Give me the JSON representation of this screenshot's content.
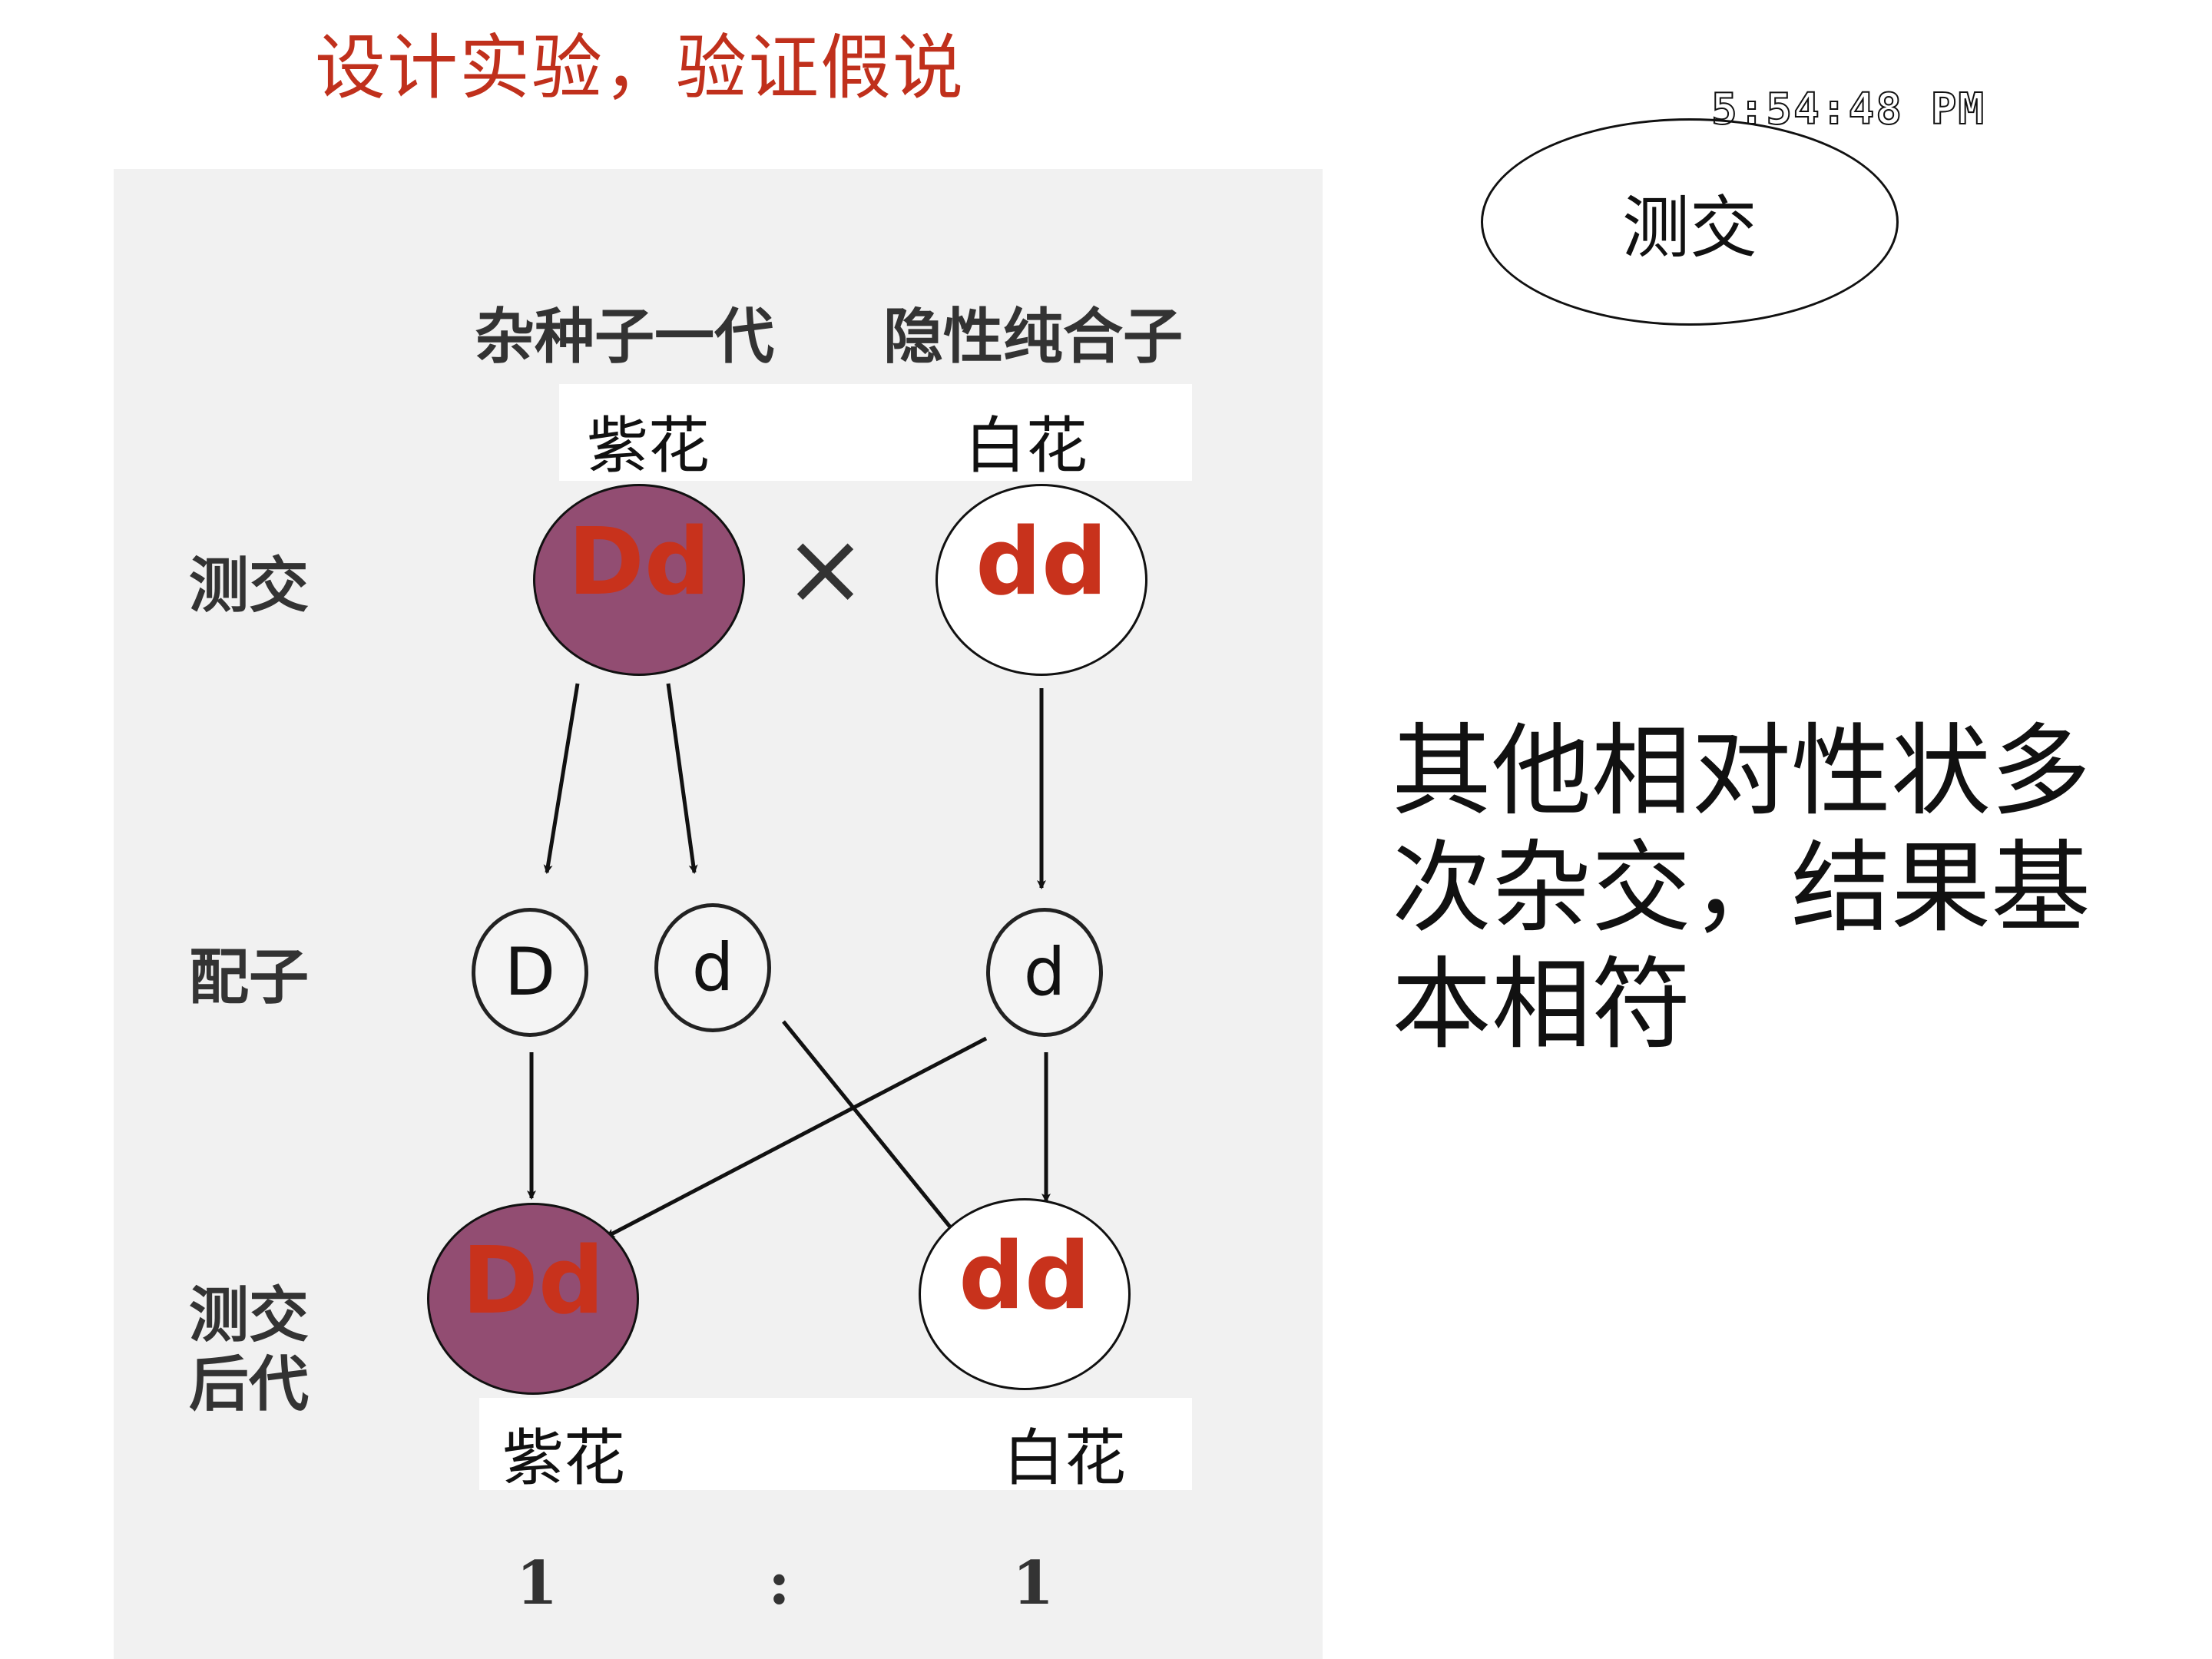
{
  "title": "设计实验，验证假说",
  "clock": "5:54:48 PM",
  "oval_label": "测交",
  "diagram": {
    "header_hybrid": "杂种子一代",
    "header_recessive": "隐性纯合子",
    "parent_hint_left": "紫花",
    "parent_hint_right": "白花",
    "row_testcross": "测交",
    "row_gametes": "配子",
    "row_offspring_line1": "测交",
    "row_offspring_line2": "后代",
    "cross_symbol": "×",
    "parent_left_genotype": "Dd",
    "parent_right_genotype": "dd",
    "gamete_1": "D",
    "gamete_2": "d",
    "gamete_3": "d",
    "offspring_left_genotype": "Dd",
    "offspring_right_genotype": "dd",
    "offspring_hint_left": "紫花",
    "offspring_hint_right": "白花",
    "ratio_left": "1",
    "ratio_colon": ":",
    "ratio_right": "1"
  },
  "conclusion": "其他相对性状多次杂交，结果基本相符",
  "colors": {
    "title_red": "#c0301c",
    "genotype_red": "#c8321c",
    "purple_flower": "#924d72",
    "panel_gray": "#f1f1f1"
  }
}
